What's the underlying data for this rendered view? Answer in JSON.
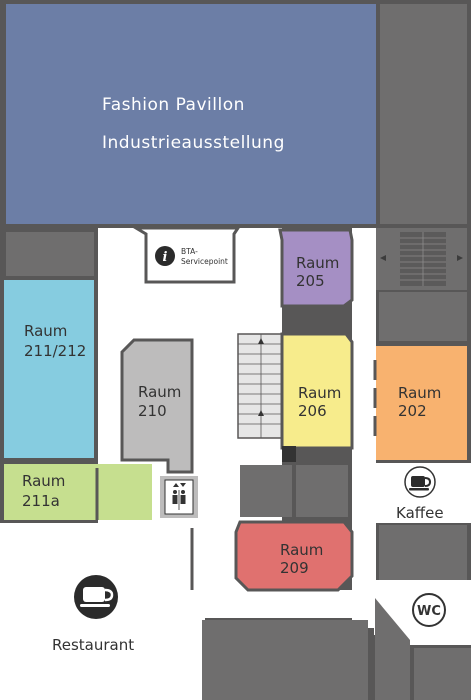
{
  "colors": {
    "wall": "#585757",
    "dark_block": "#6f6e6e",
    "hall": "#6c7ea6",
    "floor": "#ffffff",
    "room_211_212": "#86cce0",
    "room_211a": "#c6df8f",
    "room_210": "#bdbcbc",
    "room_205": "#a58fc4",
    "room_206": "#f7ec8c",
    "room_202": "#f8b26f",
    "room_209": "#e0716f",
    "stairs": "#e6e6e6"
  },
  "hall": {
    "line1": "Fashion Pavillon",
    "line2": "Industrieausstellung"
  },
  "rooms": {
    "r211_212": {
      "line1": "Raum",
      "line2": "211/212"
    },
    "r211a": {
      "line1": "Raum",
      "line2": "211a"
    },
    "r210": {
      "line1": "Raum",
      "line2": "210"
    },
    "r205": {
      "line1": "Raum",
      "line2": "205"
    },
    "r206": {
      "line1": "Raum",
      "line2": "206"
    },
    "r202": {
      "line1": "Raum",
      "line2": "202"
    },
    "r209": {
      "line1": "Raum",
      "line2": "209"
    }
  },
  "service": {
    "line1": "BTA-",
    "line2": "Servicepoint",
    "icon": "info-icon"
  },
  "amenities": {
    "kaffee": {
      "label": "Kaffee",
      "icon": "coffee-cup-icon"
    },
    "restaurant": {
      "label": "Restaurant",
      "icon": "coffee-cup-icon"
    },
    "wc": {
      "label": "WC"
    },
    "elevator": {
      "icon": "elevator-icon"
    }
  }
}
